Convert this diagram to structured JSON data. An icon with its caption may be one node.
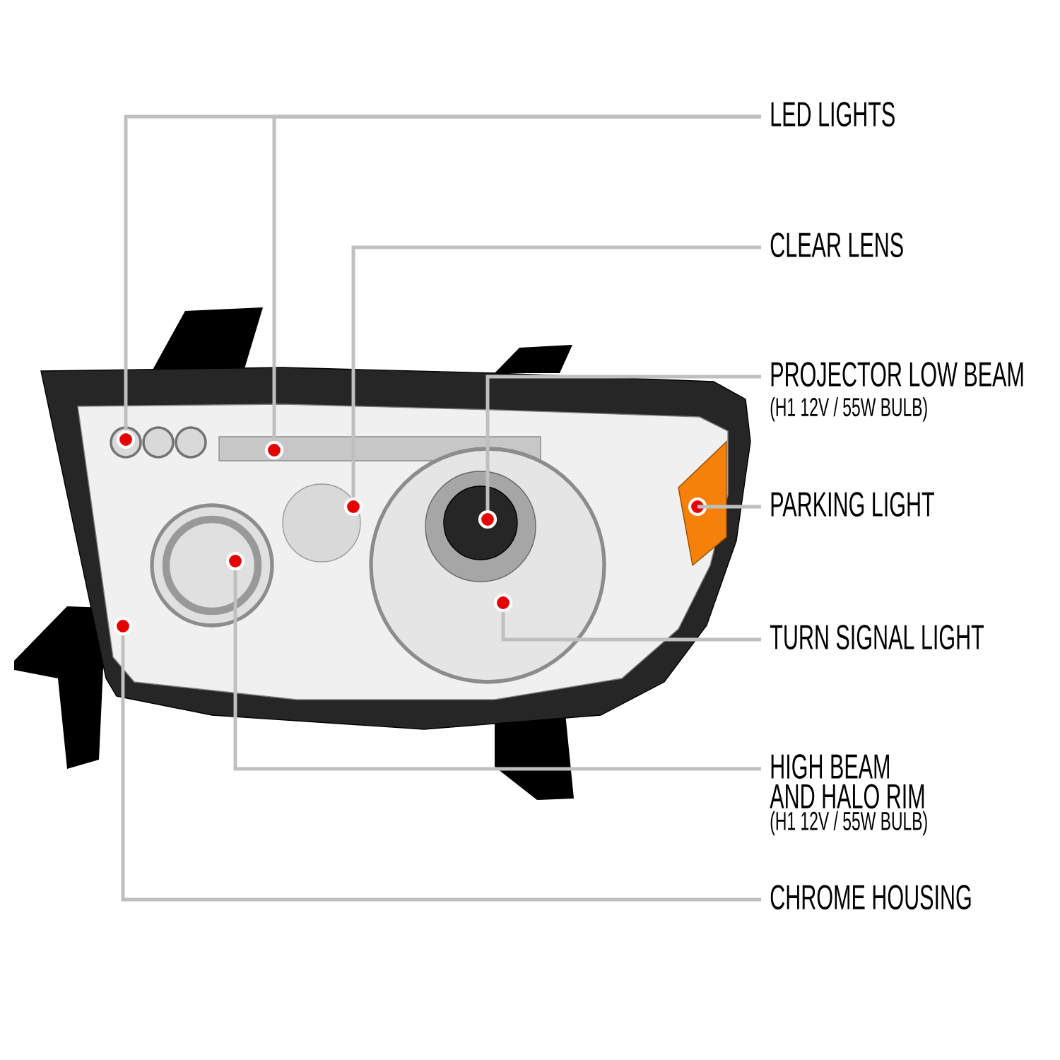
{
  "diagram": {
    "nodes": [
      {
        "text": [
          "LED LIGHTS"
        ]
      },
      {
        "text": [
          "CLEAR LENS"
        ]
      },
      {
        "text": [
          "PROJECTOR LOW BEAM",
          "(H1 12V / 55W BULB)"
        ]
      },
      {
        "text": [
          "PARKING LIGHT"
        ]
      },
      {
        "text": [
          "TURN SIGNAL LIGHT"
        ]
      },
      {
        "text": [
          "HIGH BEAM AND HALO RIM",
          "(H1 12V / 55W BULB)"
        ]
      },
      {
        "text": [
          "CHROME HOUSING"
        ]
      },
      {
        "text": [],
        "shape": "circle"
      },
      {
        "text": [],
        "shape": "circle"
      },
      {
        "text": [],
        "shape": "circle"
      },
      {
        "text": [],
        "shape": "circle"
      },
      {
        "text": [],
        "shape": "circle"
      },
      {
        "text": [],
        "shape": "circle"
      },
      {
        "text": [],
        "shape": "circle"
      },
      {
        "text": [],
        "shape": "circle"
      }
    ],
    "edges": [
      {
        "from": 0,
        "to": 8,
        "arrow": "none"
      },
      {
        "from": 0,
        "to": 10,
        "arrow": "none"
      },
      {
        "from": 1,
        "to": 11,
        "arrow": "none"
      },
      {
        "from": 2,
        "to": 12,
        "arrow": "none"
      },
      {
        "from": 3,
        "to": 14,
        "arrow": "none"
      },
      {
        "from": 4,
        "to": 13,
        "arrow": "none"
      },
      {
        "from": 5,
        "to": 9,
        "arrow": "none"
      },
      {
        "from": 6,
        "to": 7,
        "arrow": "none"
      }
    ]
  }
}
